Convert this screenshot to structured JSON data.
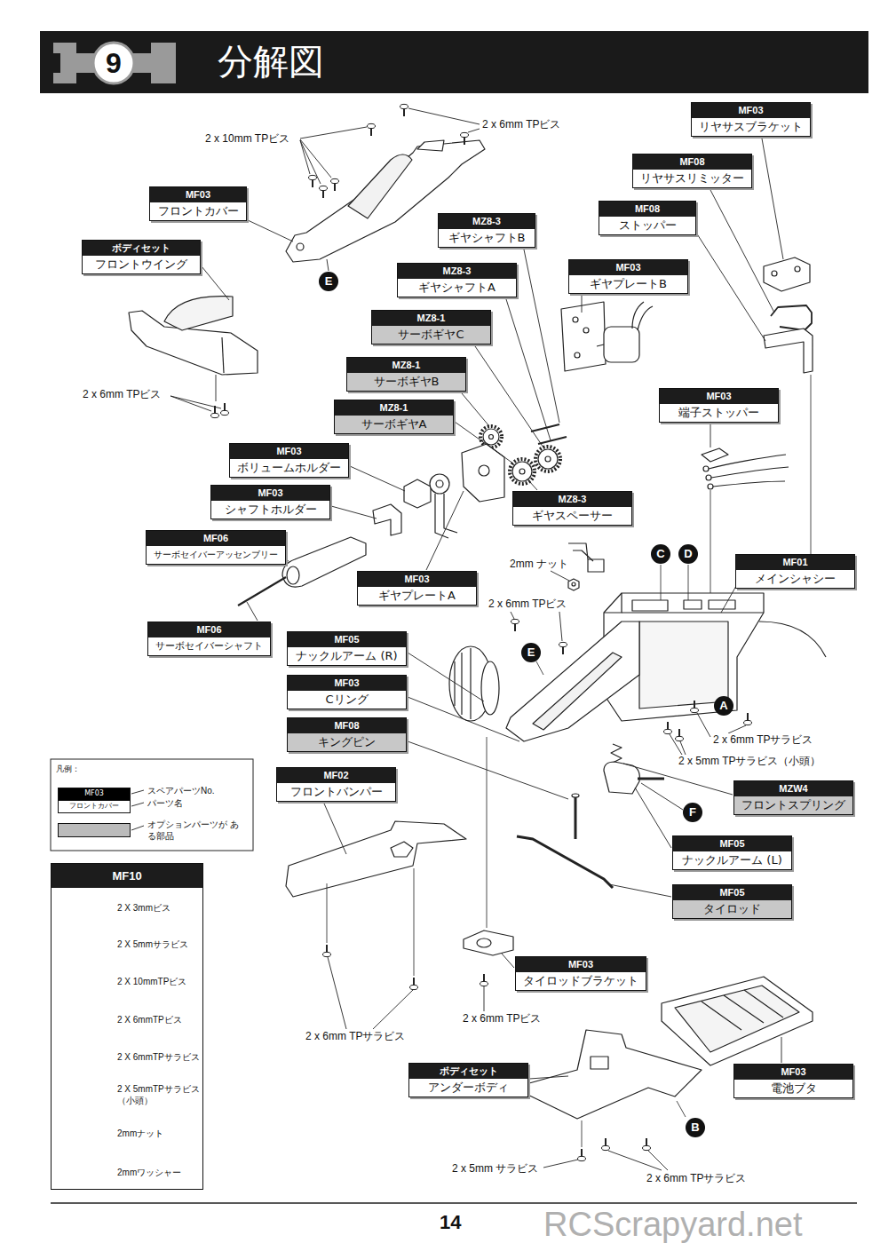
{
  "diagram": {
    "title": "分解図",
    "nodes": [
      {
        "text": [
          "MF03",
          "リヤサスブラケット"
        ]
      },
      {
        "text": [
          "MF03",
          "フロントカバー"
        ]
      },
      {
        "text": [
          "MF08",
          "リヤサスリミッター"
        ]
      },
      {
        "text": [
          "MF08",
          "ストッパー"
        ]
      },
      {
        "text": [
          "MZ8-3",
          "ギヤシャフトB"
        ]
      },
      {
        "text": [
          "ボディセット",
          "フロントウイング"
        ]
      },
      {
        "text": [
          "MF03",
          "ギヤプレートB"
        ]
      },
      {
        "text": [
          "MZ8-3",
          "ギヤシャフトA"
        ]
      },
      {
        "text": [
          "MZ8-1",
          "サーボギヤC"
        ]
      },
      {
        "text": [
          "MZ8-1",
          "サーボギヤB"
        ]
      },
      {
        "text": [
          "MZ8-1",
          "サーボギヤA"
        ]
      },
      {
        "text": [
          "MF03",
          "端子ストッパー"
        ]
      },
      {
        "text": [
          "MF03",
          "ボリュームホルダー"
        ]
      },
      {
        "text": [
          "MF03",
          "シャフトホルダー"
        ]
      },
      {
        "text": [
          "MZ8-3",
          "ギヤスペーサー"
        ]
      },
      {
        "text": [
          "MF06",
          "サーボセイバーアッセンブリー"
        ]
      },
      {
        "text": [
          "MF01",
          "メインシャシー"
        ]
      },
      {
        "text": [
          "MF03",
          "ギヤプレートA"
        ]
      },
      {
        "text": [
          "MF06",
          "サーボセイバーシャフト"
        ]
      },
      {
        "text": [
          "MF05",
          "ナックルアーム (R)"
        ]
      },
      {
        "text": [
          "MF03",
          "Cリング"
        ]
      },
      {
        "text": [
          "MF08",
          "キングピン"
        ]
      },
      {
        "text": [
          "MF02",
          "フロントバンパー"
        ]
      },
      {
        "text": [
          "MZW4",
          "フロントスプリング"
        ]
      },
      {
        "text": [
          "MF05",
          "ナックルアーム (L)"
        ]
      },
      {
        "text": [
          "MF10",
          "2 X 3mmビス",
          "2 X 5mmサラビス",
          "2 X 10mmTPビス",
          "2 X 6mmTPビス",
          "2 X 6mmTPサラビス",
          "2 X 5mmTPサラビス （小頭）",
          "2mmナット",
          "2mmワッシャー"
        ]
      },
      {
        "text": [
          "MF05",
          "タイロッド"
        ]
      },
      {
        "text": [
          "MF03",
          "タイロッドブラケット"
        ]
      },
      {
        "text": [
          "ボディセット",
          "アンダーボディ"
        ]
      },
      {
        "text": [
          "MF03",
          "電池ブタ"
        ]
      }
    ],
    "labels": [
      "9",
      "2 x 10mm TPビス",
      "2 x 6mm TPビス",
      "E",
      "2 x 6mm TPビス",
      "2mm ナット",
      "C",
      "D",
      "2 x 6mm TPビス",
      "E",
      "A",
      "2 x 6mm TPサラビス",
      "2 x 5mm TPサラビス（小頭）",
      "F",
      "凡例：",
      "MF03",
      "フロントカバー",
      "2 x 6mm TPビス",
      "2 x 6mm TPサラビス",
      "B",
      "2 x 5mm サラビス",
      "2 x 6mm TPサラビス",
      "RCScrapyard.net",
      "14"
    ],
    "legend": [
      {
        "text": "スペアパーツNo.",
        "color": "#000000"
      },
      {
        "text": "パーツ名",
        "color": "#ffffff"
      },
      {
        "text": "オプションパーツが ある部品",
        "color": "#bbbbbb"
      }
    ]
  }
}
